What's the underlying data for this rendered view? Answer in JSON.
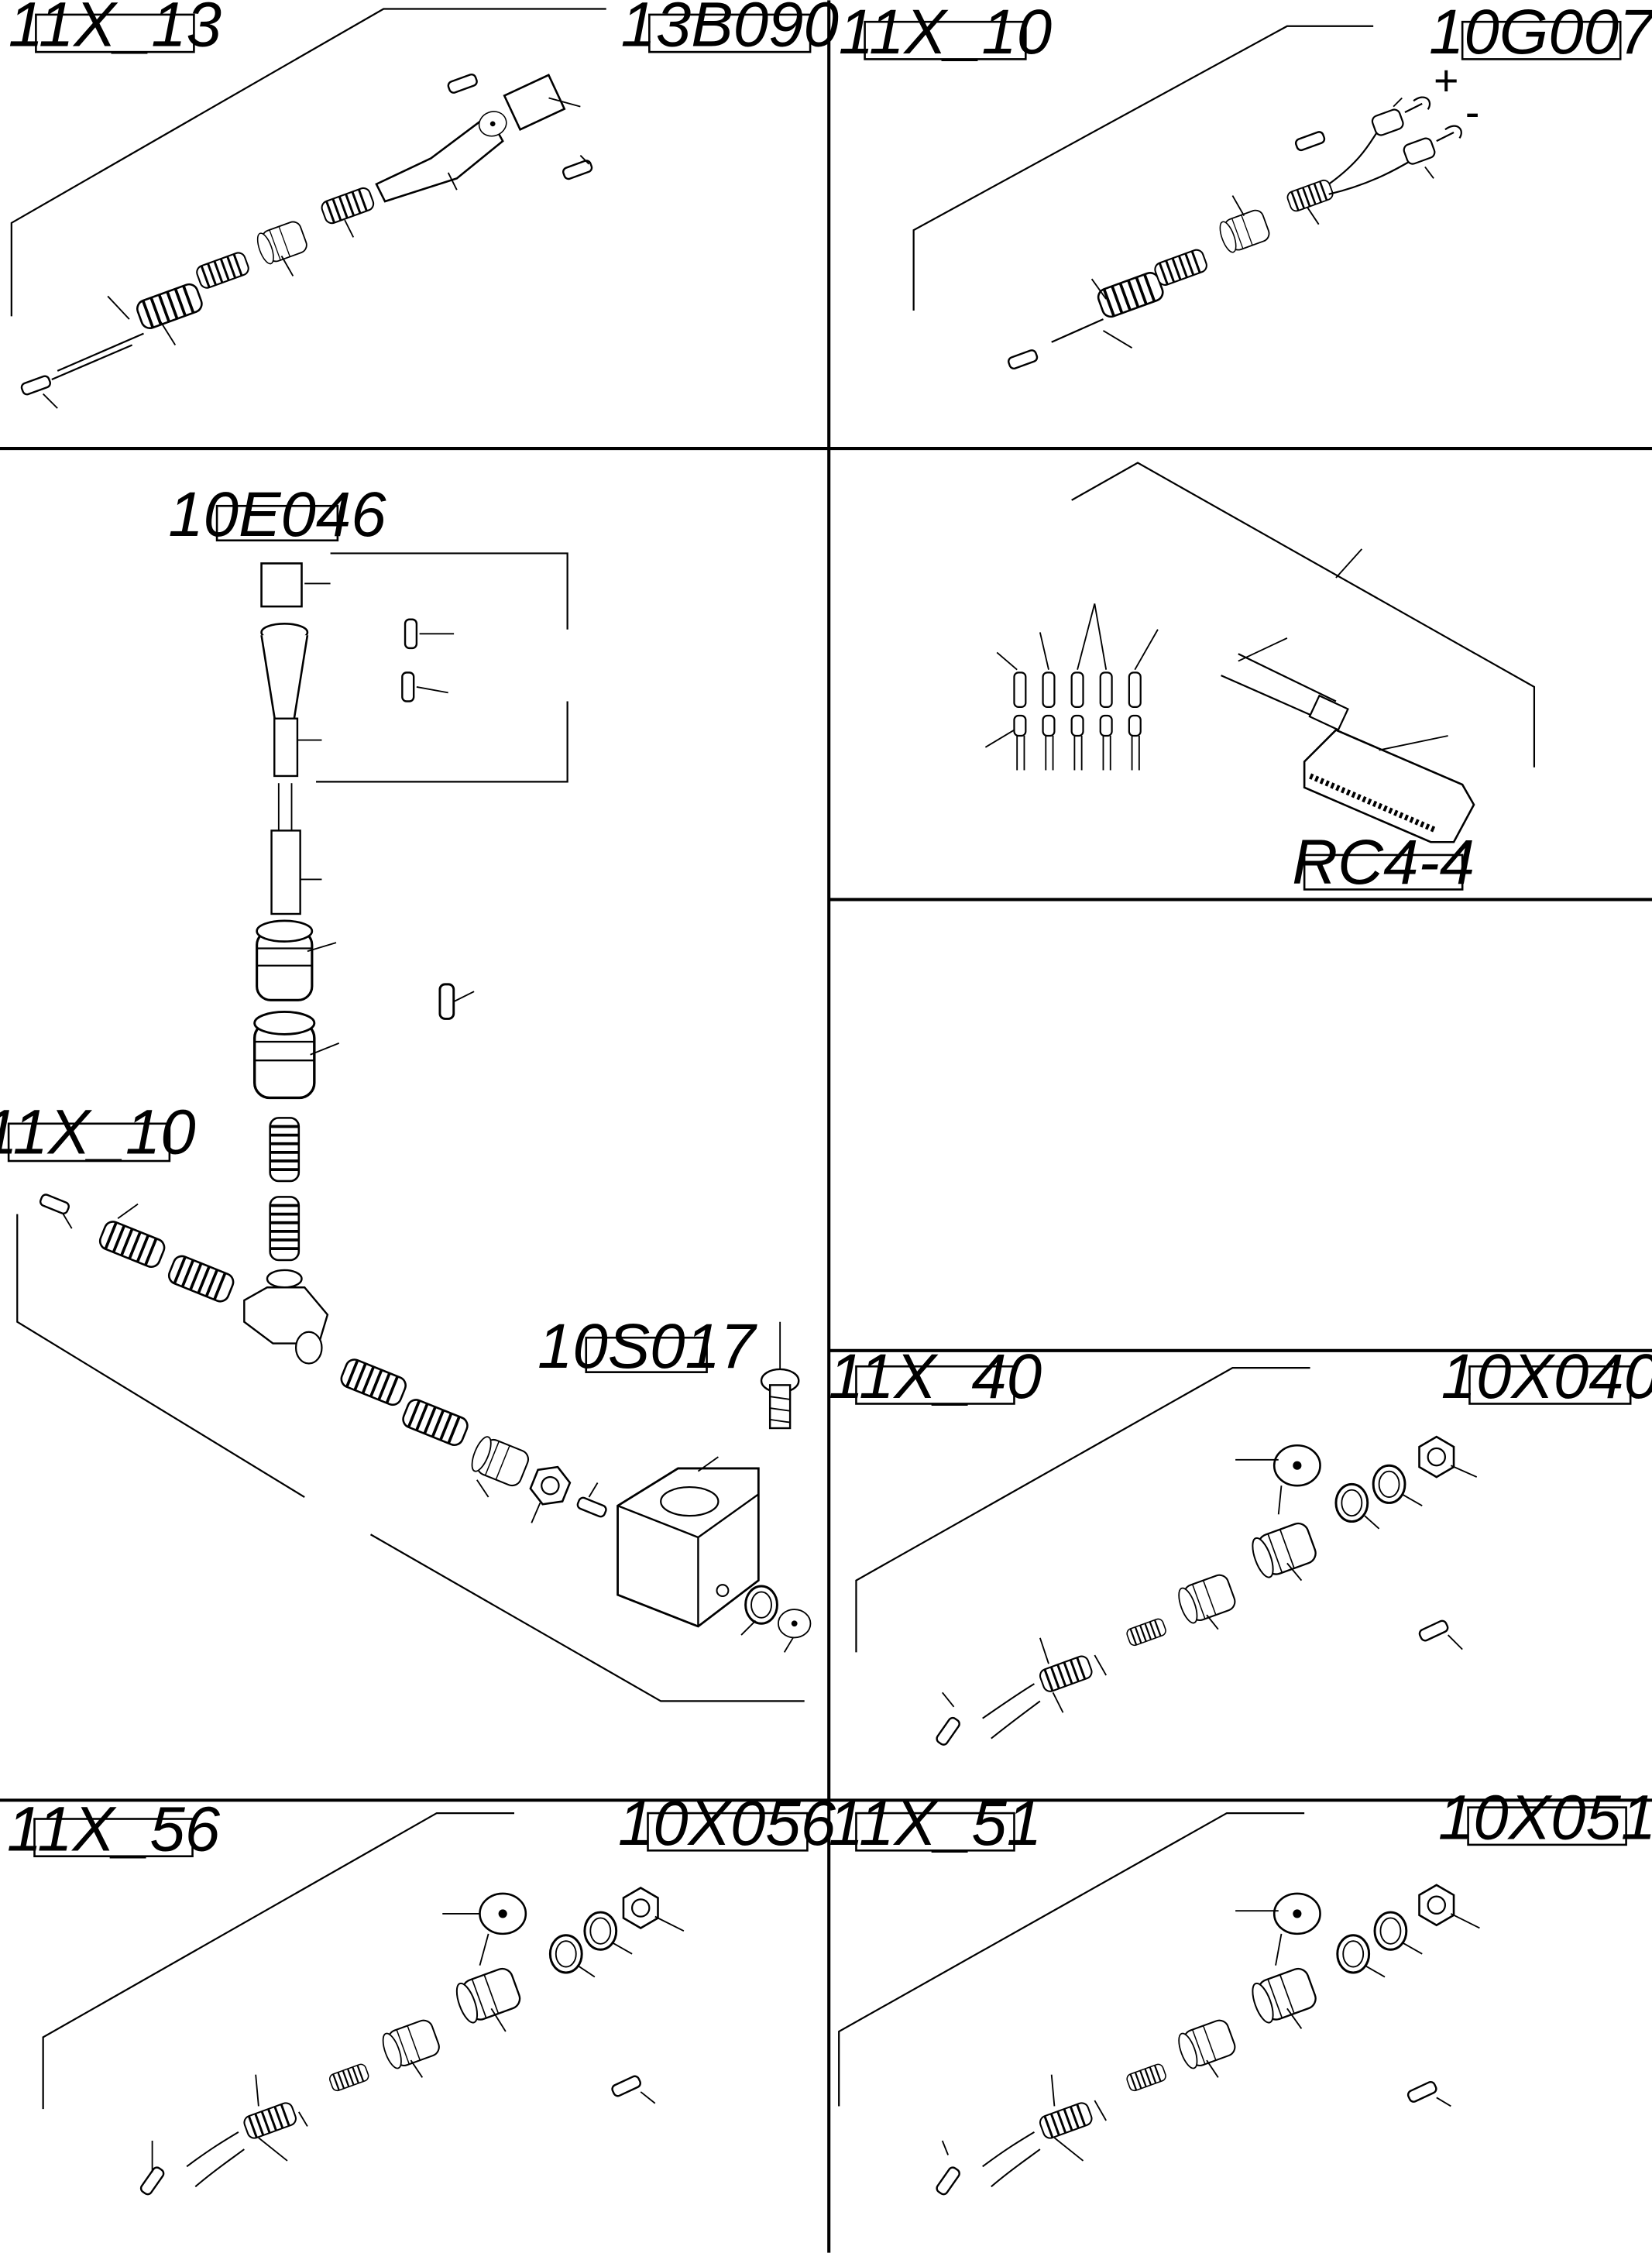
{
  "document": {
    "kind": "exploded parts diagram",
    "panels": [
      {
        "id": "p1",
        "group_code": "11X_13",
        "part_code": "13B090"
      },
      {
        "id": "p2",
        "group_code": "11X_10",
        "part_code": "10G007",
        "polarity": [
          "+",
          "-"
        ]
      },
      {
        "id": "p3",
        "codes": [
          "10E046",
          "11X_10",
          "10S017"
        ]
      },
      {
        "id": "p4",
        "part_code": "RC4-4"
      },
      {
        "id": "p5",
        "empty": true
      },
      {
        "id": "p6",
        "group_code": "11X_40",
        "part_code": "10X040"
      },
      {
        "id": "p7",
        "group_code": "11X_56",
        "part_code": "10X056"
      },
      {
        "id": "p8",
        "group_code": "11X_51",
        "part_code": "10X051"
      }
    ]
  }
}
